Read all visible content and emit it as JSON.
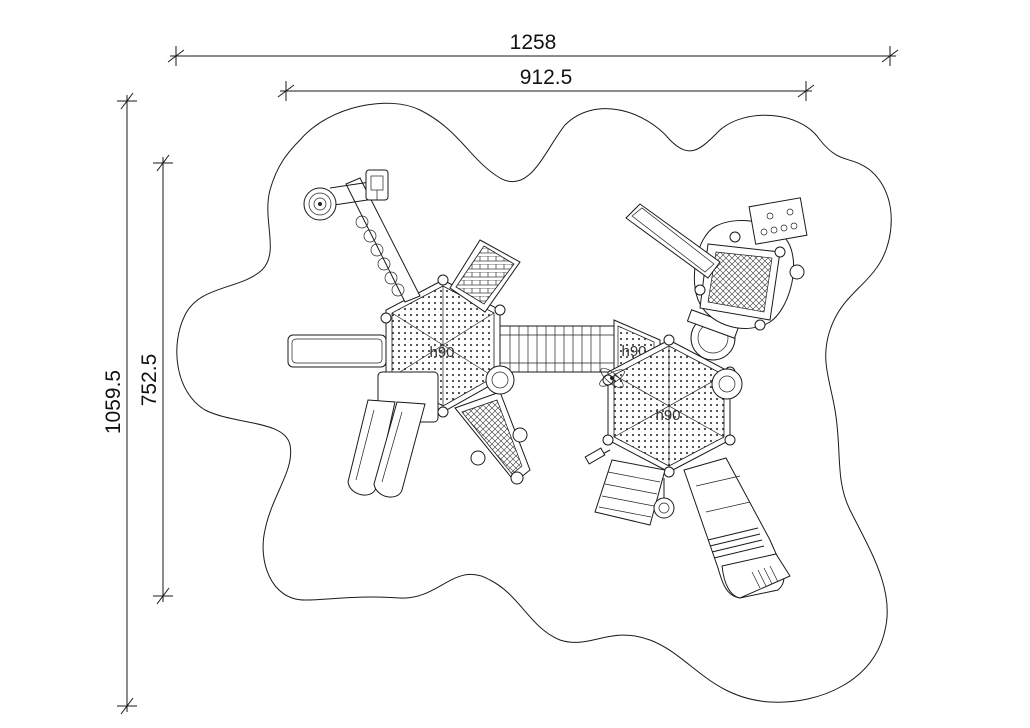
{
  "dimensions": {
    "overall_width": "1258",
    "structure_width": "912.5",
    "overall_height": "1059.5",
    "structure_height": "752.5"
  },
  "platform_labels": {
    "left_tower": "h90",
    "bridge_end": "h90",
    "right_tower": "h90"
  }
}
